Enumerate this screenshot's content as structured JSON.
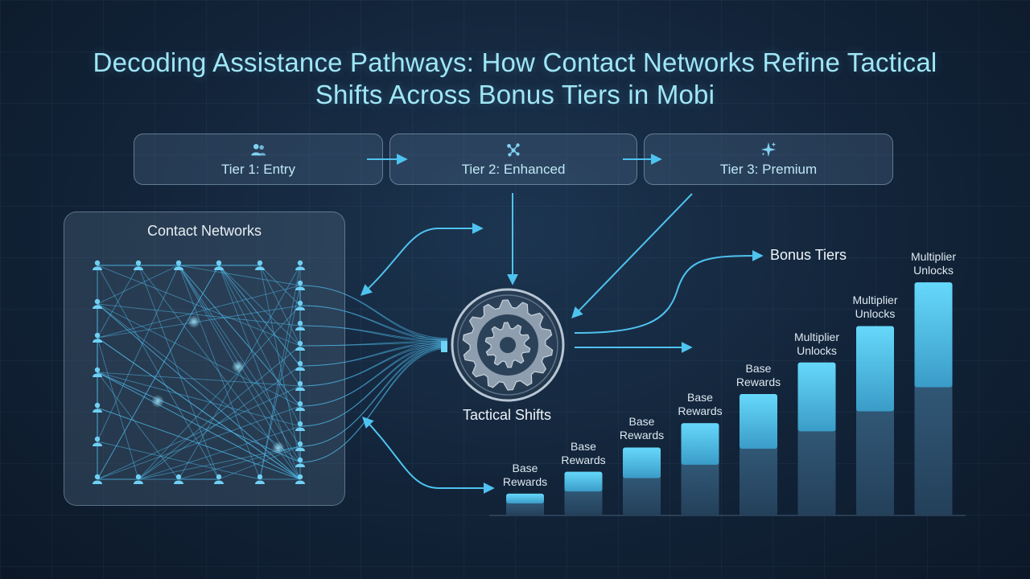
{
  "title": {
    "line1": "Decoding Assistance Pathways: How Contact Networks Refine Tactical",
    "line2": "Shifts Across Bonus Tiers in Mobi"
  },
  "tiers": [
    {
      "label": "Tier 1: Entry",
      "icon": "users-icon"
    },
    {
      "label": "Tier 2: Enhanced",
      "icon": "network-nodes-icon"
    },
    {
      "label": "Tier 3: Premium",
      "icon": "sparkle-icon"
    }
  ],
  "contact_networks": {
    "title": "Contact Networks",
    "icon": "person-node-icon"
  },
  "tactical_shifts": {
    "label": "Tactical Shifts",
    "icon": "gears-icon"
  },
  "bonus_tiers": {
    "label": "Bonus Tiers",
    "bars": [
      {
        "line1": "Base",
        "line2": "Rewards",
        "level": 0.09
      },
      {
        "line1": "Base",
        "line2": "Rewards",
        "level": 0.18
      },
      {
        "line1": "Base",
        "line2": "Rewards",
        "level": 0.28
      },
      {
        "line1": "Base",
        "line2": "Rewards",
        "level": 0.38
      },
      {
        "line1": "Base",
        "line2": "Rewards",
        "level": 0.5
      },
      {
        "line1": "Multiplier",
        "line2": "Unlocks",
        "level": 0.63
      },
      {
        "line1": "Multiplier",
        "line2": "Unlocks",
        "level": 0.78
      },
      {
        "line1": "Multiplier",
        "line2": "Unlocks",
        "level": 0.96
      }
    ]
  },
  "colors": {
    "accent": "#4fc3f0",
    "title": "#9fe6f6",
    "bar_light": "#5fd4f7",
    "bar_dark": "#2f5f82"
  }
}
